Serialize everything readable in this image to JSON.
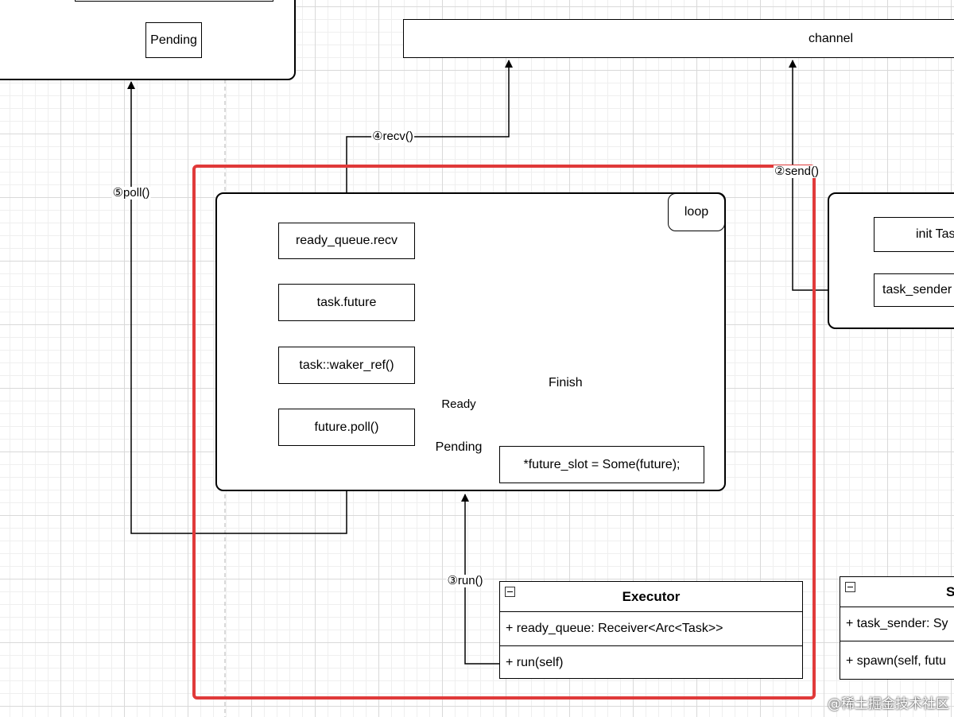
{
  "diagram": {
    "top_left": {
      "pending_label": "Pending"
    },
    "channel": {
      "label": "channel"
    },
    "edges": {
      "recv": "④recv()",
      "send": "②send()",
      "poll": "⑤poll()",
      "run": "③run()",
      "ready": "Ready",
      "pending": "Pending"
    },
    "loop": {
      "tag": "loop",
      "steps": [
        "ready_queue.recv",
        "task.future",
        "task::waker_ref()",
        "future.poll()"
      ],
      "finish_label": "Finish",
      "pending_action": "*future_slot = Some(future);"
    },
    "spawner_frame": {
      "init_task": "init Tas",
      "task_sender": "task_sender"
    },
    "executor": {
      "title": "Executor",
      "field": "+ ready_queue: Receiver<Arc<Task>>",
      "method": "+ run(self)"
    },
    "spawner": {
      "title": "S",
      "field": "+ task_sender: Sy",
      "method": "+ spawn(self, futu"
    },
    "highlight_color": "#e03a3a",
    "watermark": "@稀土掘金技术社区"
  }
}
